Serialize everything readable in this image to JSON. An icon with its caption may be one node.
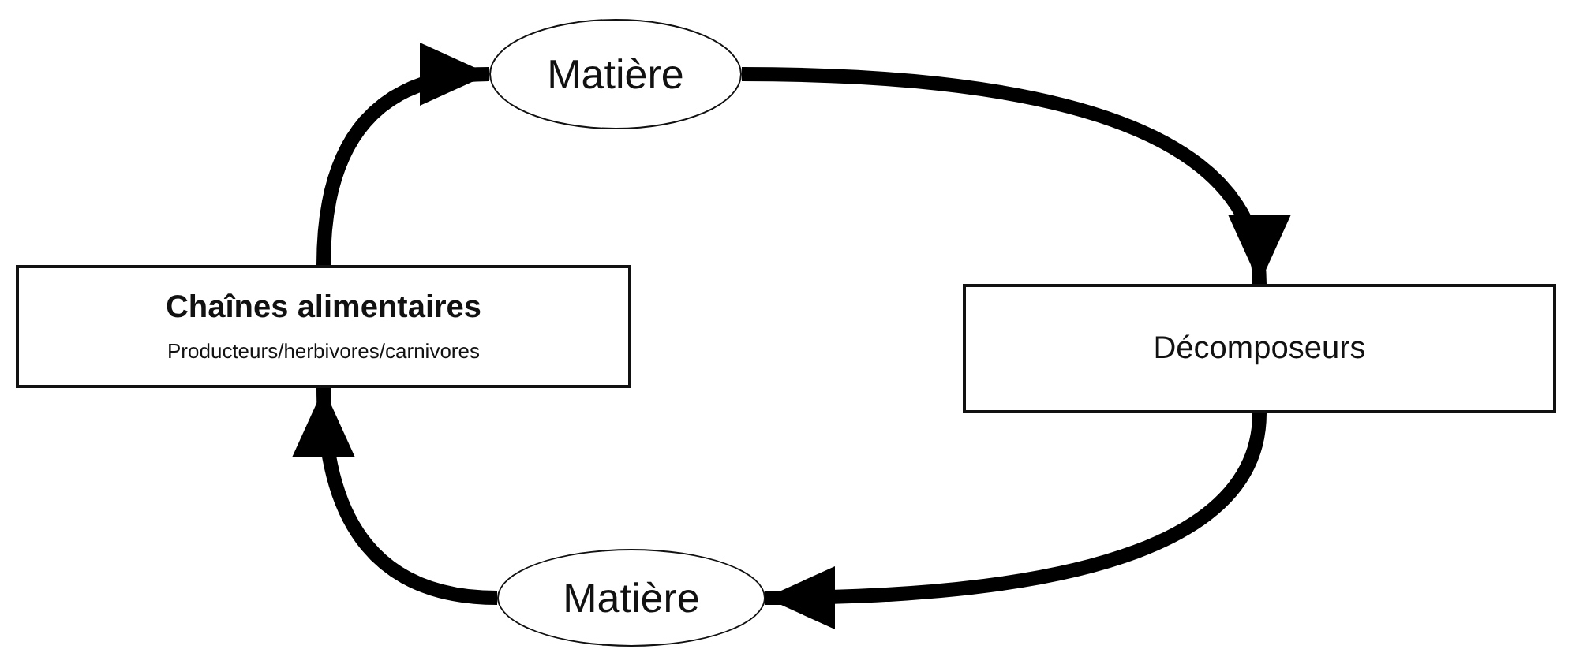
{
  "diagram": {
    "nodes": [
      {
        "text": [
          "Matière"
        ]
      },
      {
        "text": [
          "Chaînes alimentaires",
          "Producteurs/herbivores/carnivores"
        ]
      },
      {
        "text": [
          "Décomposeurs"
        ]
      },
      {
        "text": [
          "Matière"
        ]
      }
    ],
    "edges": [
      {
        "from": 0,
        "to": 2,
        "arrow": "to"
      },
      {
        "from": 2,
        "to": 3,
        "arrow": "to"
      },
      {
        "from": 3,
        "to": 1,
        "arrow": "to"
      },
      {
        "from": 1,
        "to": 0,
        "arrow": "to"
      }
    ]
  }
}
